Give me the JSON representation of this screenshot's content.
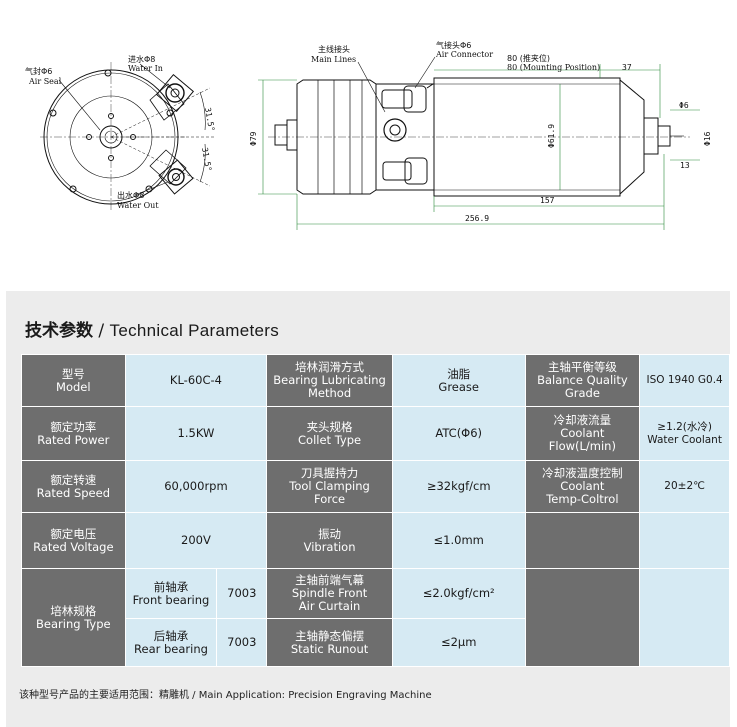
{
  "drawing": {
    "labels": {
      "air_seal_cn": "气封Φ6",
      "air_seal_en": "Air Seal",
      "water_in_cn": "进水Φ8",
      "water_in_en": "Water In",
      "water_out_cn": "出水Φ8",
      "water_out_en": "Water Out",
      "main_lines_cn": "主线接头",
      "main_lines_en": "Main Lines",
      "air_connector_cn": "气接头Φ6",
      "air_connector_en": "Air Connector",
      "mounting_cn": "80 (推夹位)",
      "mounting_en": "80 (Mounting Position)"
    },
    "dimensions": {
      "angle_top": "31.5°",
      "angle_bottom": "31.5°",
      "dia_body": "Φ79",
      "dia_nose": "Φ61.9",
      "dia_shaft": "Φ6",
      "dia_collet": "Φ16",
      "len_37": "37",
      "len_13": "13",
      "len_157": "157",
      "len_total": "256.9"
    }
  },
  "params": {
    "title_cn": "技术参数",
    "title_sep": " / ",
    "title_en": "Technical Parameters",
    "rows": {
      "model_k": [
        "型号",
        "Model"
      ],
      "model_v": "KL-60C-4",
      "lube_k": [
        "培林润滑方式",
        "Bearing Lubricating",
        "Method"
      ],
      "lube_v": [
        "油脂",
        "Grease"
      ],
      "balance_k": [
        "主轴平衡等级",
        "Balance Quality",
        "Grade"
      ],
      "balance_v": "ISO 1940 G0.4",
      "power_k": [
        "额定功率",
        "Rated Power"
      ],
      "power_v": "1.5KW",
      "collet_k": [
        "夹头规格",
        "Collet Type"
      ],
      "collet_v": "ATC(Φ6)",
      "coolant_k": [
        "冷却液流量",
        "Coolant",
        "Flow(L/min)"
      ],
      "coolant_v": [
        "≥1.2(水冷)",
        "Water Coolant"
      ],
      "speed_k": [
        "额定转速",
        "Rated Speed"
      ],
      "speed_v": "60,000rpm",
      "clamp_k": [
        "刀具握持力",
        "Tool Clamping",
        "Force"
      ],
      "clamp_v": "≥32kgf/cm",
      "ctemp_k": [
        "冷却液温度控制",
        "Coolant",
        "Temp-Coltrol"
      ],
      "ctemp_v": "20±2℃",
      "voltage_k": [
        "额定电压",
        "Rated Voltage"
      ],
      "voltage_v": "200V",
      "vibration_k": [
        "振动",
        "Vibration"
      ],
      "vibration_v": "≤1.0mm",
      "bearing_k": [
        "培林规格",
        "Bearing Type"
      ],
      "front_k": [
        "前轴承",
        "Front bearing"
      ],
      "front_v": "7003",
      "curtain_k": [
        "主轴前端气幕",
        "Spindle Front",
        "Air Curtain"
      ],
      "curtain_v": "≤2.0kgf/cm²",
      "rear_k": [
        "后轴承",
        "Rear bearing"
      ],
      "rear_v": "7003",
      "runout_k": [
        "主轴静态偏摆",
        "Static Runout"
      ],
      "runout_v": "≤2μm"
    },
    "footer": "该种型号产品的主要适用范围：精雕机 / Main Application:  Precision Engraving Machine"
  },
  "colors": {
    "key_cell": "#6e6e6e",
    "value_cell": "#d6eaf3",
    "panel_bg": "#ececec",
    "line_art": "#111111",
    "dimension_line": "#2a8a3a"
  }
}
